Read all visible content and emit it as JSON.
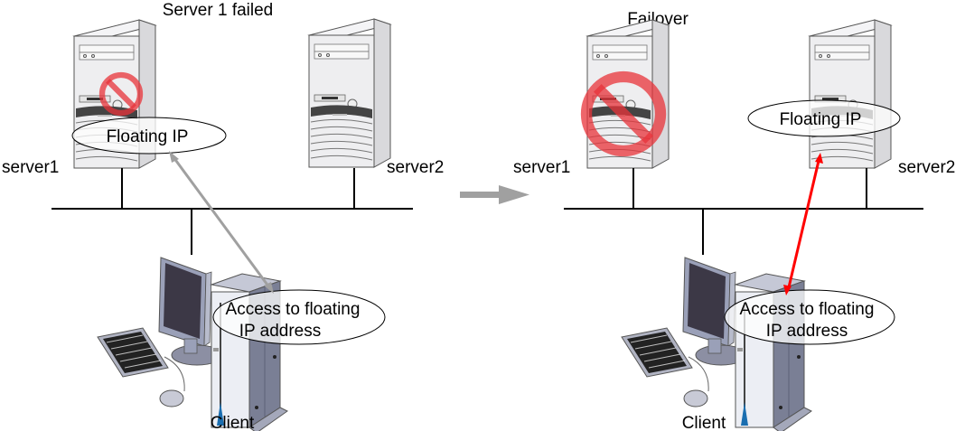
{
  "panels": [
    {
      "id": "before",
      "title": "Server 1 failed",
      "servers": [
        {
          "label": "server1",
          "failed": true,
          "failed_mark": "small",
          "has_floating_ip": true
        },
        {
          "label": "server2",
          "failed": false,
          "has_floating_ip": false
        }
      ],
      "floating_ip_label": "Floating IP",
      "client_label": "Client",
      "client_bubble": [
        "Access to floating",
        "IP address"
      ],
      "access_arrow_color": "#a0a0a0"
    },
    {
      "id": "after",
      "title": "Failover",
      "servers": [
        {
          "label": "server1",
          "failed": true,
          "failed_mark": "large",
          "has_floating_ip": false
        },
        {
          "label": "server2",
          "failed": false,
          "has_floating_ip": true
        }
      ],
      "floating_ip_label": "Floating IP",
      "client_label": "Client",
      "client_bubble": [
        "Access to floating",
        "IP address"
      ],
      "access_arrow_color": "#ff0000"
    }
  ],
  "transition_arrow": {
    "icon": "right-arrow-icon",
    "color": "#a0a0a0"
  },
  "colors": {
    "line": "#000000",
    "server_body": "#ececec",
    "server_side": "#dcdcdc",
    "prohibited": "#e8333a",
    "monitor_screen": "#3c3846",
    "client_case": "#7a7f95"
  }
}
